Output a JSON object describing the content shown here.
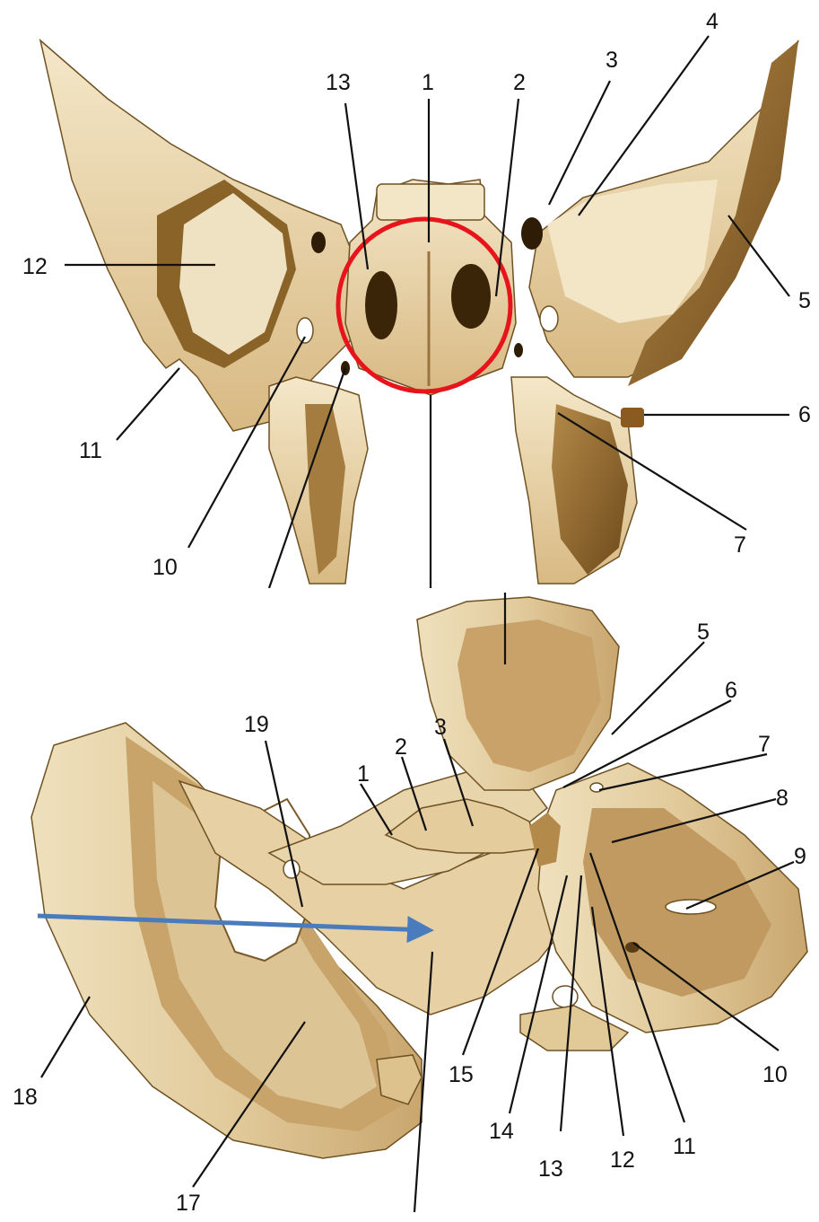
{
  "upper_figure": {
    "labels": [
      "13",
      "1",
      "2",
      "3",
      "4",
      "12",
      "5",
      "6",
      "7",
      "11",
      "10"
    ]
  },
  "lower_figure": {
    "labels": [
      "5",
      "6",
      "7",
      "8",
      "9",
      "19",
      "2",
      "3",
      "1",
      "18",
      "17",
      "15",
      "14",
      "13",
      "12",
      "11",
      "10"
    ]
  },
  "annotation": {
    "circle_color": "#e8141b",
    "arrow_color": "#4a7bbd"
  },
  "colors": {
    "bone_light": "#f2e3c2",
    "bone_mid": "#d9ba84",
    "bone_dark": "#8a6328",
    "cavity": "#5a3d14"
  }
}
